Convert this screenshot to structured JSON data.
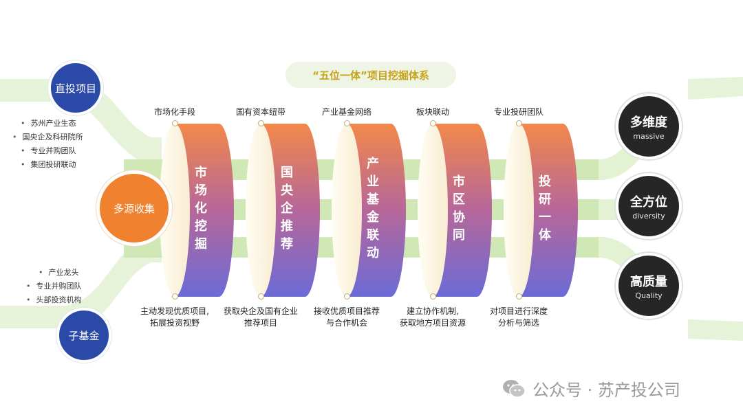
{
  "title": "“五位一体”项目挖掘体系",
  "sources": {
    "direct": {
      "label": "直投项目",
      "items": [
        "苏州产业生态",
        "国央企及科研院所",
        "专业并购团队",
        "集团投研联动"
      ]
    },
    "center": {
      "label": "多源收集"
    },
    "fund": {
      "label": "子基金",
      "items": [
        "产业龙头",
        "专业并购团队",
        "头部投资机构"
      ]
    }
  },
  "pillars": [
    {
      "top": "市场化手段",
      "name": "市场化挖掘",
      "bottom": [
        "主动发现优质项目,",
        "拓展投资视野"
      ]
    },
    {
      "top": "国有资本纽带",
      "name": "国央企推荐",
      "bottom": [
        "获取央企及国有企业",
        "推荐项目"
      ]
    },
    {
      "top": "产业基金网络",
      "name": "产业基金联动",
      "bottom": [
        "接收优质项目推荐",
        "与合作机会"
      ]
    },
    {
      "top": "板块联动",
      "name": "市区协同",
      "bottom": [
        "建立协作机制,",
        "获取地方项目资源"
      ]
    },
    {
      "top": "专业投研团队",
      "name": "投研一体",
      "bottom": [
        "对项目进行深度",
        "分析与筛选"
      ]
    }
  ],
  "outcomes": [
    {
      "label": "多维度",
      "sub": "massive"
    },
    {
      "label": "全方位",
      "sub": "diversity"
    },
    {
      "label": "高质量",
      "sub": "Quality"
    }
  ],
  "watermark": "公众号 · 苏产投公司",
  "colors": {
    "band": "#e3f2d2",
    "blue": "#2b4aa8",
    "orange": "#f0822f",
    "dark": "#262626",
    "title": "#c9a21c"
  }
}
